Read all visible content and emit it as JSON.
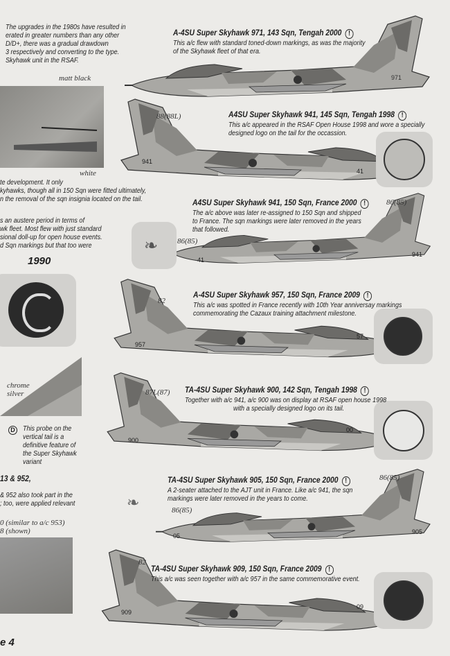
{
  "intro_text": [
    "The upgrades in the 1980s have resulted in",
    "erated in greater numbers than any other",
    "D/D+, there was a gradual drawdown",
    "3 respectively and converting to the type.",
    "Skyhawk unit in the RSAF."
  ],
  "detail_labels": {
    "matt_black": "matt black",
    "white": "white",
    "chrome_silver": [
      "chrome",
      "silver"
    ]
  },
  "mid_left_text": [
    "te development. It only",
    "kyhawks, though all in 150 Sqn were fitted ultimately,",
    "n the removal of the sqn insignia located on the tail."
  ],
  "period_text": [
    "s an austere period in terms of",
    "wk fleet. Most flew with just standard",
    "sional doll-up for open house events.",
    "d Sqn markings but  that too were"
  ],
  "year_label": "1990",
  "probe_note": {
    "marker": "D",
    "lines": [
      "This probe on the",
      "vertical tail is a",
      "definitive feature of",
      "the Super Skyhawk",
      "variant"
    ]
  },
  "lower_left_text": {
    "title": "13 & 952,",
    "lines": [
      "& 952 also took part in the",
      "; too, were applied relevant"
    ],
    "notes": [
      "0 (similar to a/c 953)",
      "8 (shown)"
    ]
  },
  "page_label": "e 4",
  "aircraft": [
    {
      "title": "A-4SU Super Skyhawk 971, 143 Sqn, Tengah 2000",
      "lines": [
        "This a/c flew with standard toned-down markings, as was the majority",
        "of the Skyhawk fleet of that era."
      ],
      "serial": "971",
      "callout": ""
    },
    {
      "title": "A4SU Super Skyhawk 941, 145 Sqn,  Tengah 1998",
      "lines": [
        "This a/c appeared in the RSAF Open House 1998 and wore a specially",
        "designed logo on the tail for the occassion."
      ],
      "serial": "941",
      "serial2": "41",
      "callout": "88(88L)"
    },
    {
      "title": "A4SU Super Skyhawk 941, 150 Sqn,  France 2000",
      "lines": [
        "The a/c above was later re-assigned to 150 Sqn and shipped",
        "to France. The sqn markings were later removed in the years",
        "that followed."
      ],
      "serial": "941",
      "serial2": "41",
      "callout": "86(85)",
      "callout2": "86(85)"
    },
    {
      "title": "A-4SU Super Skyhawk 957, 150 Sqn, France 2009",
      "lines": [
        "This a/c was spotted in France recently with 10th Year anniversay markings",
        "commemorating the Cazaux training attachment milestone."
      ],
      "serial": "957",
      "serial2": "57",
      "callout": "82"
    },
    {
      "title": "TA-4SU Super Skyhawk 900, 142 Sqn, Tengah 1998",
      "lines": [
        "Together with a/c  941, a/c  900 was on display at RSAF open house 1998",
        "with a specially designed logo on its tail."
      ],
      "serial": "900",
      "serial2": "00",
      "callout": "87L(87)"
    },
    {
      "title": "TA-4SU Super Skyhawk  905, 150 Sqn, France 2000",
      "lines": [
        "A 2-seater attached to the AJT unit in France. Like a/c 941, the sqn",
        "markings were later removed in the years to come."
      ],
      "serial": "905",
      "serial2": "05",
      "callout": "86(85)",
      "callout2": "86(85)"
    },
    {
      "title": "TA-4SU Super Skyhawk 909, 150 Sqn, France 2009",
      "lines": [
        "This a/c  was seen together with a/c  957 in the same commemorative event."
      ],
      "serial": "909",
      "serial2": "09",
      "callout": "82"
    }
  ],
  "warning_symbol": "!",
  "colors": {
    "paper": "#ecebe8",
    "camo_light": "#a9a8a4",
    "camo_mid": "#8a8985",
    "camo_dark": "#6c6b68",
    "belly": "#c9c8c4"
  }
}
